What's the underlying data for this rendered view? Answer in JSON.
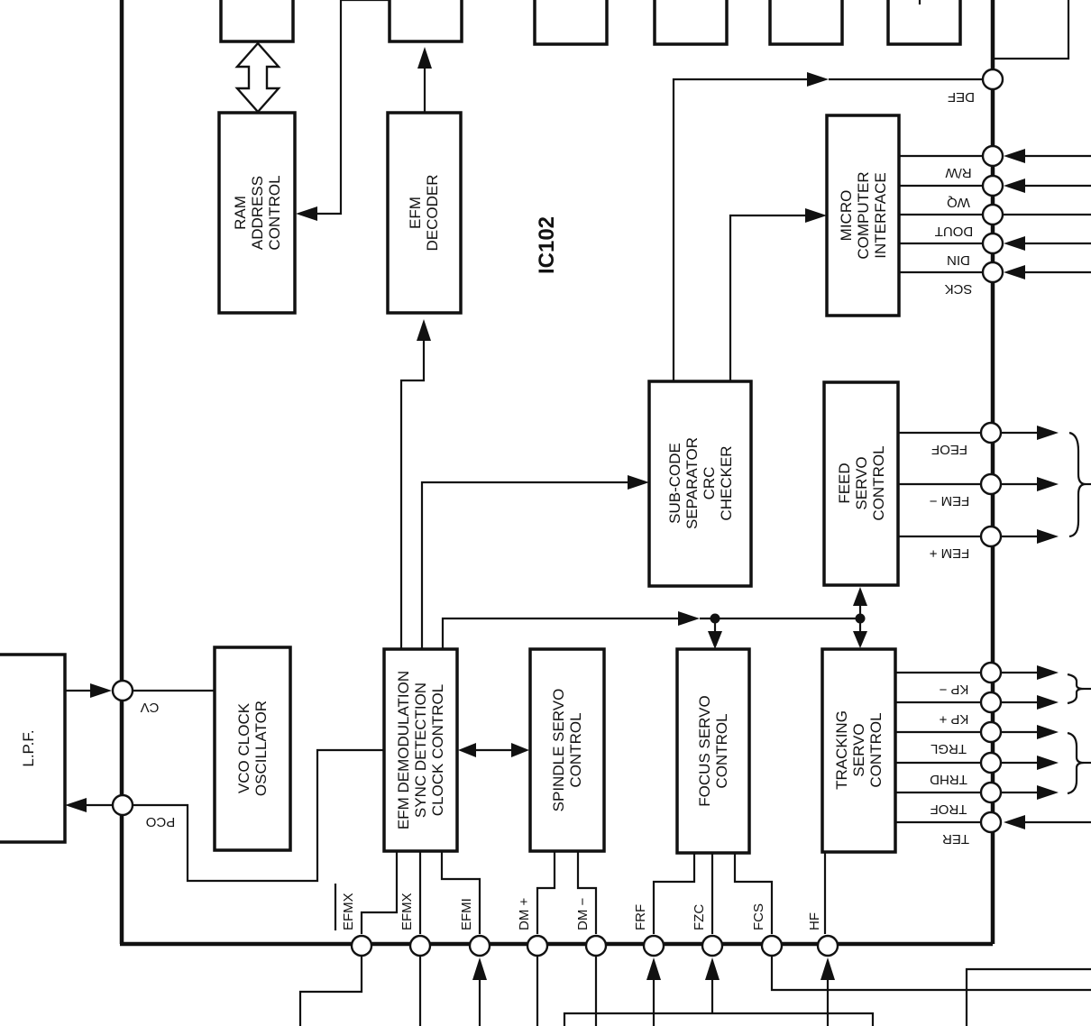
{
  "ic_label": "IC102",
  "blocks": {
    "ram_address_control": [
      "RAM",
      "ADDRESS",
      "CONTROL"
    ],
    "efm_decoder": [
      "EFM",
      "DECODER"
    ],
    "micro_computer_interface": [
      "MICRO",
      "COMPUTER",
      "INTERFACE"
    ],
    "sub_code_separator": [
      "SUB-CODE",
      "SEPARATOR",
      "CRC",
      "CHECKER"
    ],
    "feed_servo_control": [
      "FEED",
      "SERVO",
      "CONTROL"
    ],
    "lpf": [
      "L.P.F."
    ],
    "vco_clock_oscillator": [
      "VCO CLOCK",
      "OSCILLATOR"
    ],
    "efm_demodulation": [
      "EFM DEMODULATION",
      "SYNC DETECTION",
      "CLOCK CONTROL"
    ],
    "spindle_servo_control": [
      "SPINDLE SERVO",
      "CONTROL"
    ],
    "focus_servo_control": [
      "FOCUS SERVO",
      "CONTROL"
    ],
    "tracking_servo_control": [
      "TRACKING",
      "SERVO",
      "CONTROL"
    ]
  },
  "pins": {
    "right": [
      "DEF",
      "R/W",
      "WQ",
      "DOUT",
      "DIN",
      "SCK",
      "FEOF",
      "FEM −",
      "FEM +",
      "KP −",
      "KP +",
      "TRGL",
      "TRHD",
      "TROF",
      "TER"
    ],
    "left": [
      "CV",
      "PCO"
    ],
    "bottom": [
      "EFMX",
      "EFMX",
      "EFMI",
      "DM +",
      "DM −",
      "FRF",
      "FZC",
      "FCS",
      "HF"
    ]
  }
}
